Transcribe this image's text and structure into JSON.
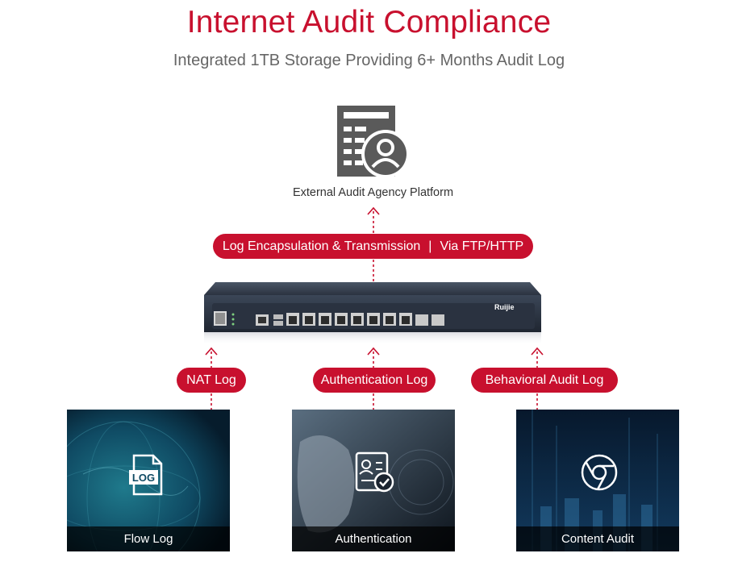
{
  "header": {
    "title": "Internet Audit Compliance",
    "subtitle": "Integrated 1TB Storage Providing 6+ Months Audit Log"
  },
  "platform": {
    "label": "External Audit Agency Platform",
    "icon": "audit-platform-icon"
  },
  "transmission": {
    "left": "Log Encapsulation & Transmission",
    "separator": "|",
    "right": "Via FTP/HTTP"
  },
  "device": {
    "brand": "Ruijie",
    "icon": "network-gateway-device"
  },
  "log_labels": [
    "NAT Log",
    "Authentication Log",
    "Behavioral Audit Log"
  ],
  "cards": [
    {
      "caption": "Flow Log",
      "icon": "log-file-icon"
    },
    {
      "caption": "Authentication",
      "icon": "id-card-check-icon"
    },
    {
      "caption": "Content Audit",
      "icon": "chrome-browser-icon"
    }
  ],
  "colors": {
    "accent": "#c8102e",
    "subtitle": "#666666",
    "icon_gray": "#5a5a5a"
  }
}
